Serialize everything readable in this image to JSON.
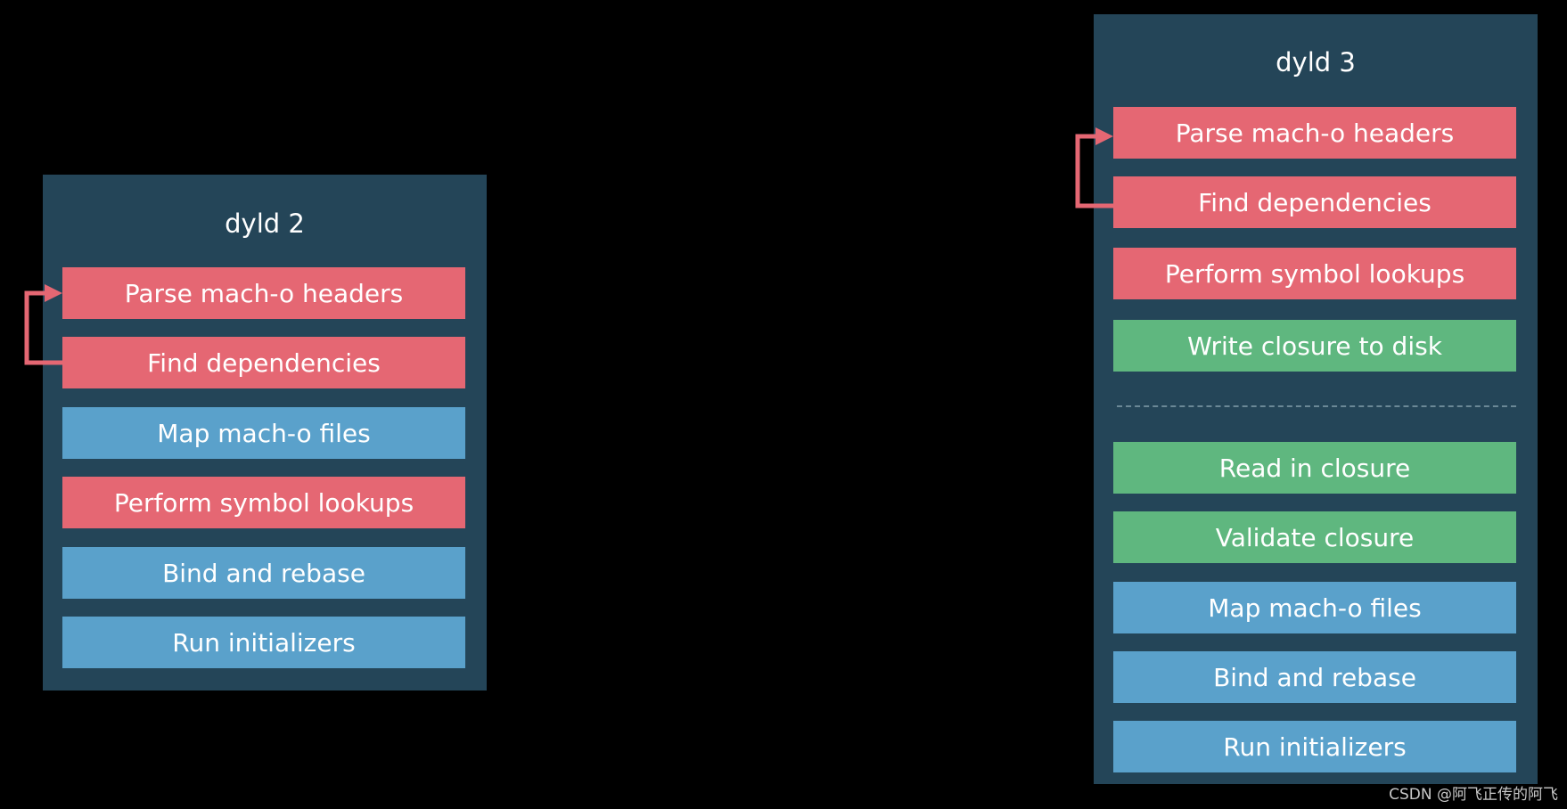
{
  "dyld2": {
    "title": "dyld 2",
    "steps": [
      {
        "label": "Parse mach-o headers",
        "color": "red"
      },
      {
        "label": "Find dependencies",
        "color": "red"
      },
      {
        "label": "Map mach-o files",
        "color": "blue"
      },
      {
        "label": "Perform symbol lookups",
        "color": "red"
      },
      {
        "label": "Bind and rebase",
        "color": "blue"
      },
      {
        "label": "Run initializers",
        "color": "blue"
      }
    ]
  },
  "dyld3": {
    "title": "dyld 3",
    "steps_before_divider": [
      {
        "label": "Parse mach-o headers",
        "color": "red"
      },
      {
        "label": "Find dependencies",
        "color": "red"
      },
      {
        "label": "Perform symbol lookups",
        "color": "red"
      },
      {
        "label": "Write closure to disk",
        "color": "green"
      }
    ],
    "steps_after_divider": [
      {
        "label": "Read in closure",
        "color": "green"
      },
      {
        "label": "Validate closure",
        "color": "green"
      },
      {
        "label": "Map mach-o files",
        "color": "blue"
      },
      {
        "label": "Bind and rebase",
        "color": "blue"
      },
      {
        "label": "Run initializers",
        "color": "blue"
      }
    ]
  },
  "colors": {
    "background": "#000000",
    "panel": "#244558",
    "red": "#e56773",
    "blue": "#5aa1cb",
    "green": "#5fb77f",
    "arrow": "#e56773"
  },
  "watermark": "CSDN @阿飞正传的阿飞"
}
